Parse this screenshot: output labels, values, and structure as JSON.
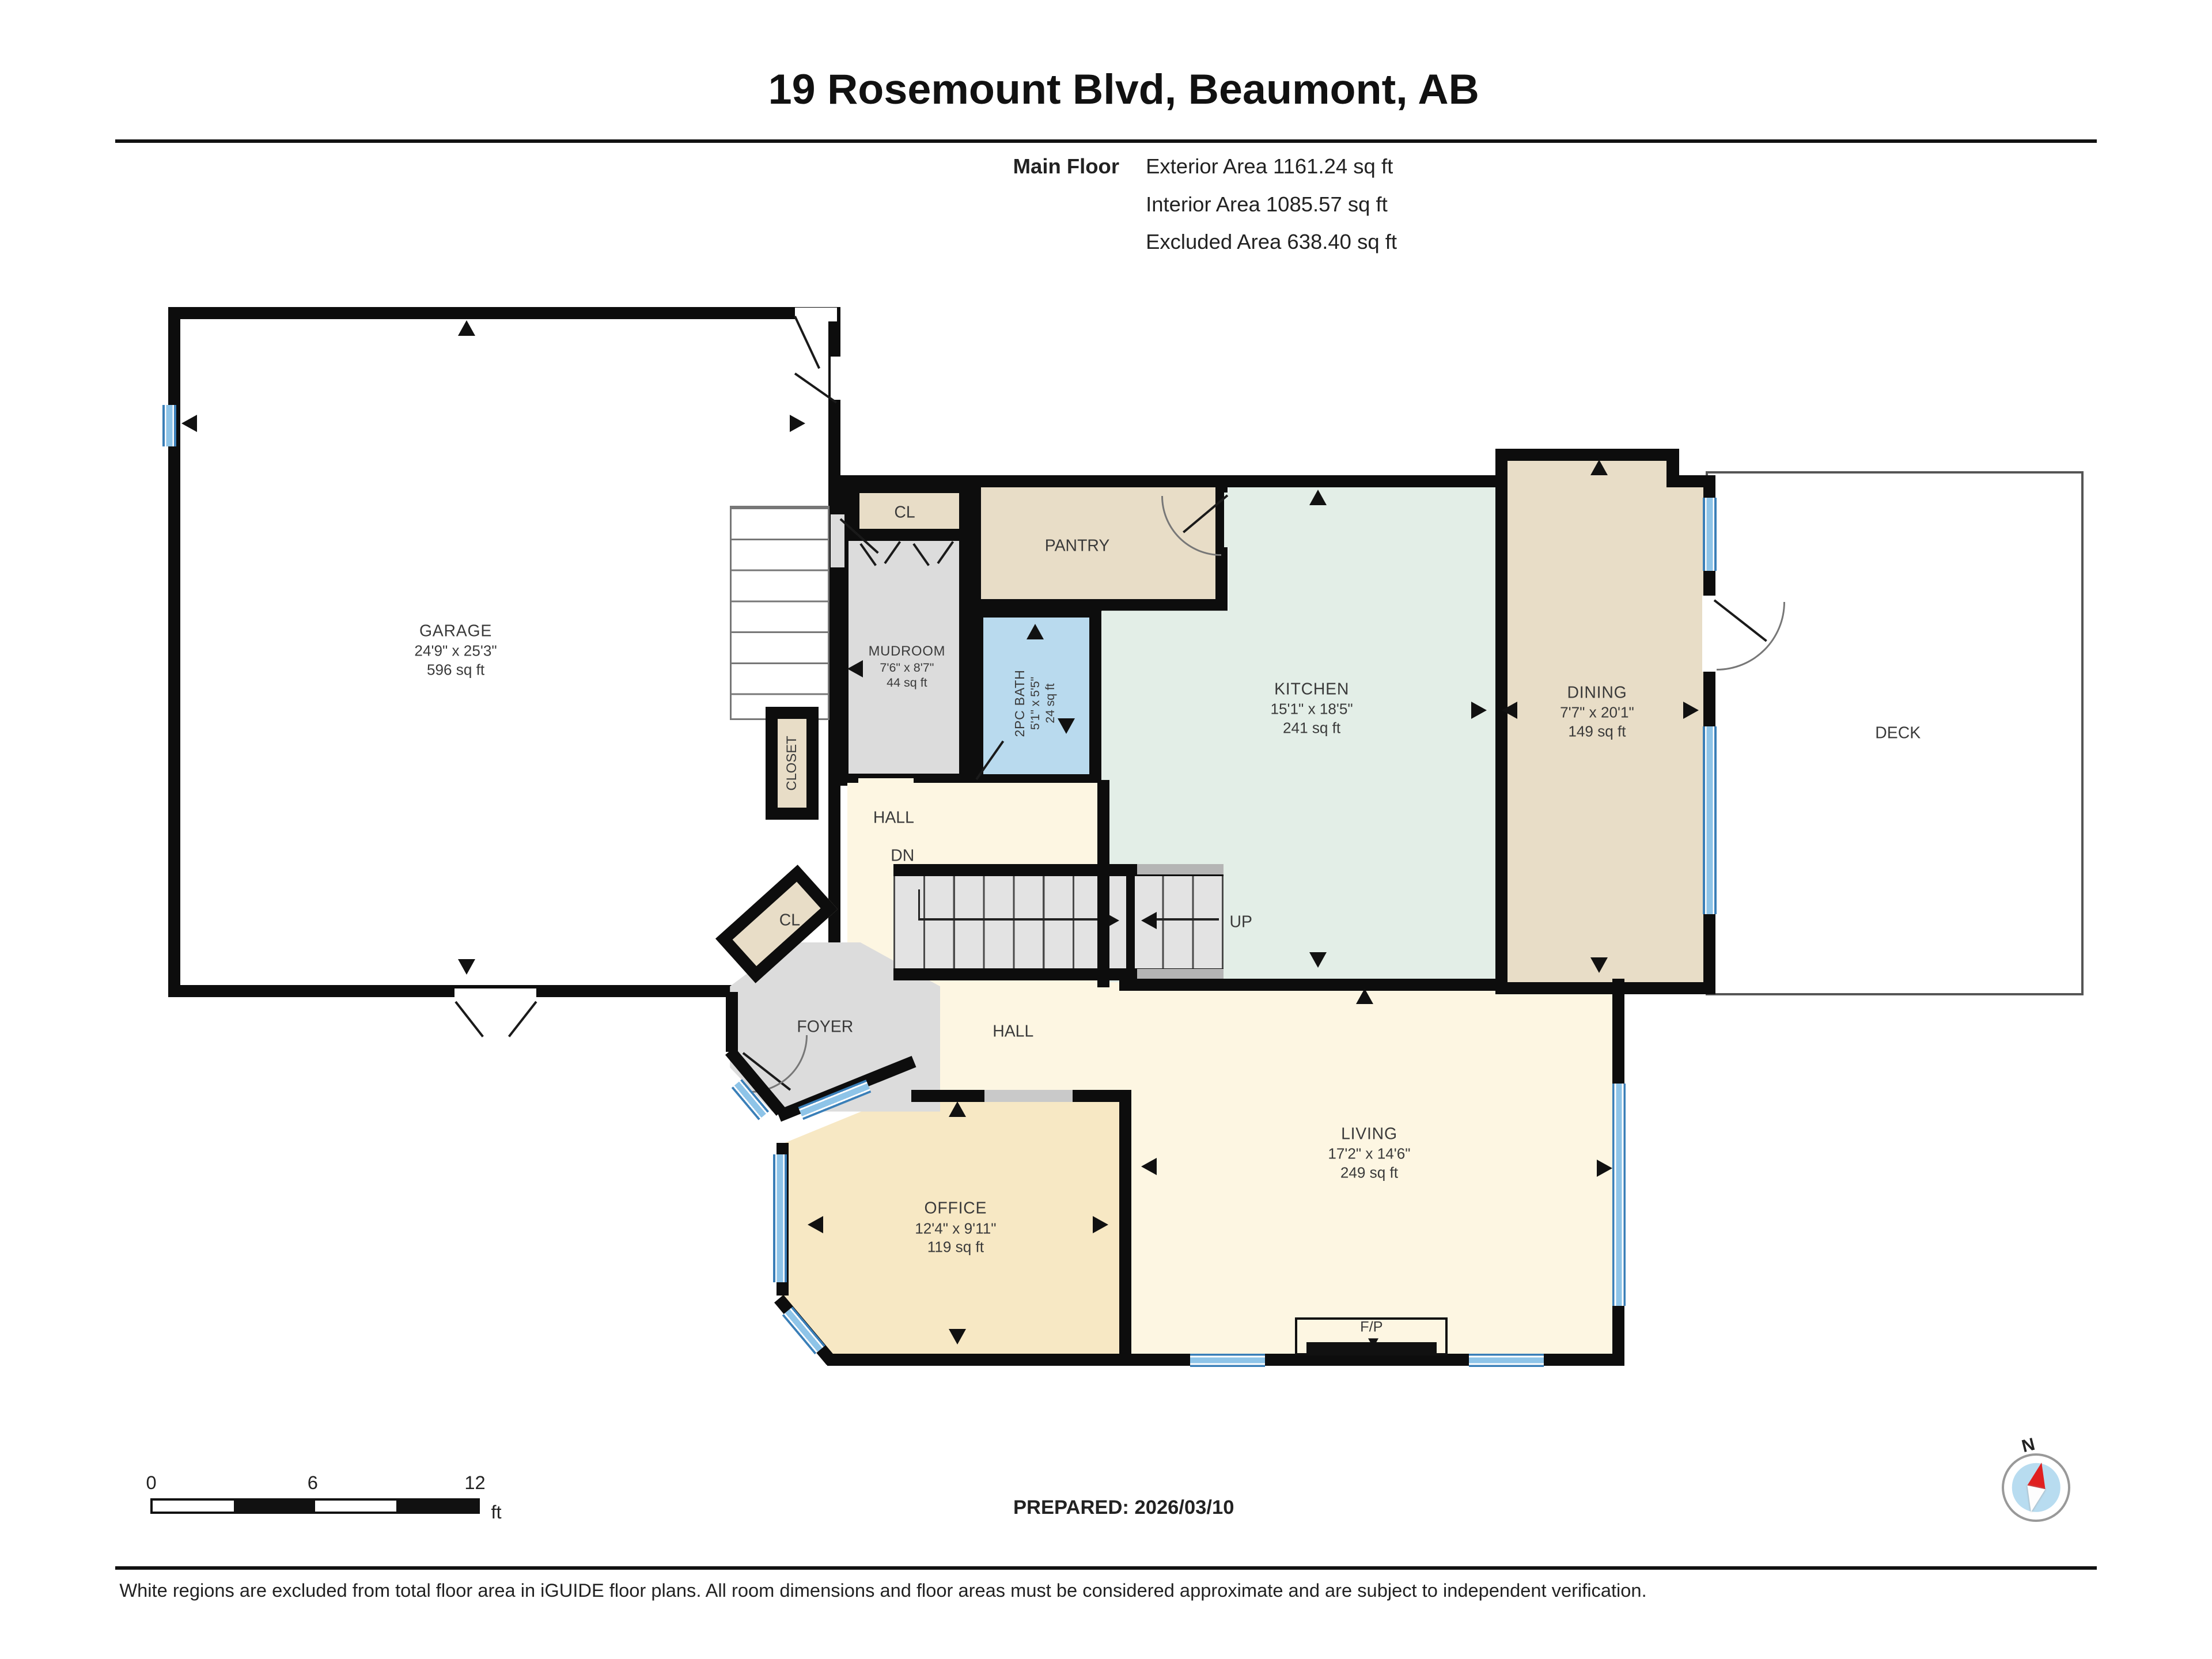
{
  "header": {
    "title": "19 Rosemount Blvd, Beaumont, AB",
    "floor_label": "Main Floor",
    "stats": [
      "Exterior Area 1161.24 sq ft",
      "Interior Area 1085.57 sq ft",
      "Excluded Area 638.40 sq ft"
    ]
  },
  "rooms": {
    "garage": {
      "name": "GARAGE",
      "dim": "24'9\" x 25'3\"",
      "area": "596 sq ft"
    },
    "mudroom": {
      "name": "MUDROOM",
      "dim": "7'6\" x 8'7\"",
      "area": "44 sq ft"
    },
    "bath": {
      "name": "2PC BATH",
      "dim": "5'1\" x 5'5\"",
      "area": "24 sq ft"
    },
    "kitchen": {
      "name": "KITCHEN",
      "dim": "15'1\" x 18'5\"",
      "area": "241 sq ft"
    },
    "dining": {
      "name": "DINING",
      "dim": "7'7\" x 20'1\"",
      "area": "149 sq ft"
    },
    "office": {
      "name": "OFFICE",
      "dim": "12'4\" x 9'11\"",
      "area": "119 sq ft"
    },
    "living": {
      "name": "LIVING",
      "dim": "17'2\" x 14'6\"",
      "area": "249 sq ft"
    }
  },
  "labels": {
    "cl_top": "CL",
    "pantry": "PANTRY",
    "closet": "CLOSET",
    "hall_upper": "HALL",
    "dn": "DN",
    "cl_foyer": "CL",
    "foyer": "FOYER",
    "hall_lower": "HALL",
    "up": "UP",
    "deck": "DECK",
    "fireplace": "F/P"
  },
  "footer": {
    "scale_ticks": [
      "0",
      "6",
      "12"
    ],
    "scale_unit": "ft",
    "prepared": "PREPARED: 2026/03/10",
    "compass": "N",
    "disclaimer": "White regions are excluded from total floor area in iGUIDE floor plans. All room dimensions and floor areas must be considered approximate and are subject to independent verification."
  },
  "colors": {
    "wall": "#0d0d0d",
    "tan": "#e8ddc7",
    "mint": "#e3eee7",
    "gray": "#dcdcdc",
    "cream": "#fdf6e2",
    "office_cream": "#f7e8c4",
    "bath_blue": "#b9daee",
    "window_blue": "#3a7fb8",
    "compass_red": "#e02020"
  }
}
